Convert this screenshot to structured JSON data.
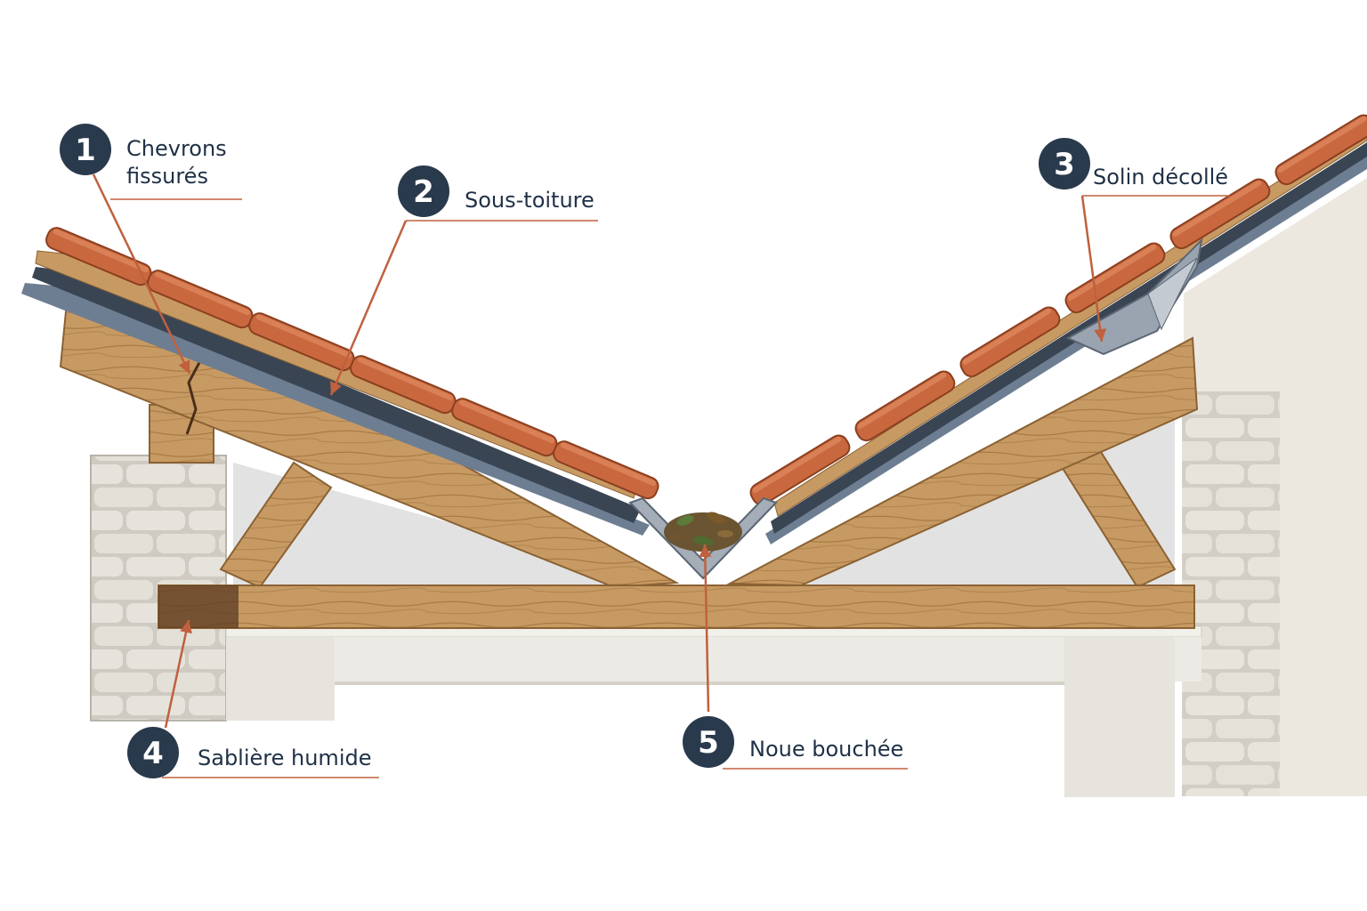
{
  "colors": {
    "badge": "#2a3a4d",
    "leader": "#c0603e",
    "label_text": "#1f3147",
    "tile": "#c9683f",
    "wood": "#c89a63",
    "membrane": "#3a4554",
    "stone": "#e0ddd5",
    "wall": "#ece8e0"
  },
  "callouts": [
    {
      "number": "1",
      "lines": [
        "Chevrons",
        "fissurés"
      ],
      "icon": "crack"
    },
    {
      "number": "2",
      "lines": [
        "Sous-toiture"
      ],
      "icon": "membrane"
    },
    {
      "number": "3",
      "lines": [
        "Solin décollé"
      ],
      "icon": "flashing"
    },
    {
      "number": "4",
      "lines": [
        "Sablière humide"
      ],
      "icon": "damp-beam"
    },
    {
      "number": "5",
      "lines": [
        "Noue bouchée"
      ],
      "icon": "clogged-valley"
    }
  ]
}
